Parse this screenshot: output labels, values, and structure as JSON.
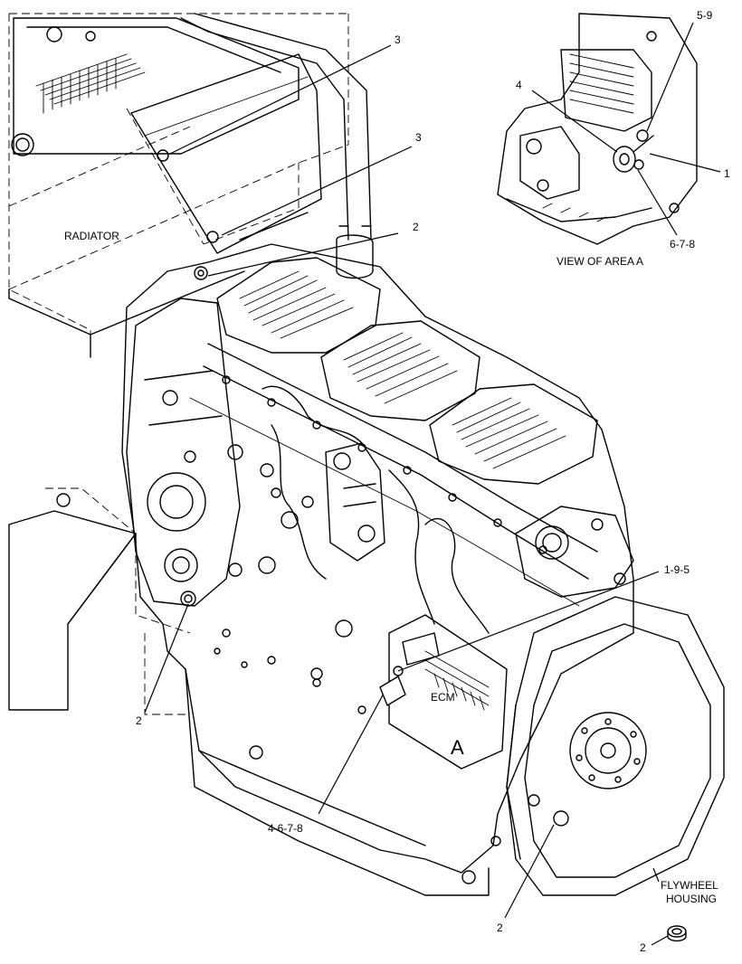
{
  "callouts": {
    "c1": "3",
    "c2": "3",
    "c3": "2",
    "c4": "5-9",
    "c5": "4",
    "c6": "1",
    "c7": "6-7-8",
    "c8": "1-9-5",
    "c9": "2",
    "c10": "4-6-7-8",
    "c11": "2",
    "c12": "2",
    "area_marker": "A"
  },
  "labels": {
    "radiator": "RADIATOR",
    "view_of_area": "VIEW OF AREA A",
    "ecm": "ECM",
    "flywheel_line1": "FLYWHEEL",
    "flywheel_line2": "HOUSING"
  }
}
